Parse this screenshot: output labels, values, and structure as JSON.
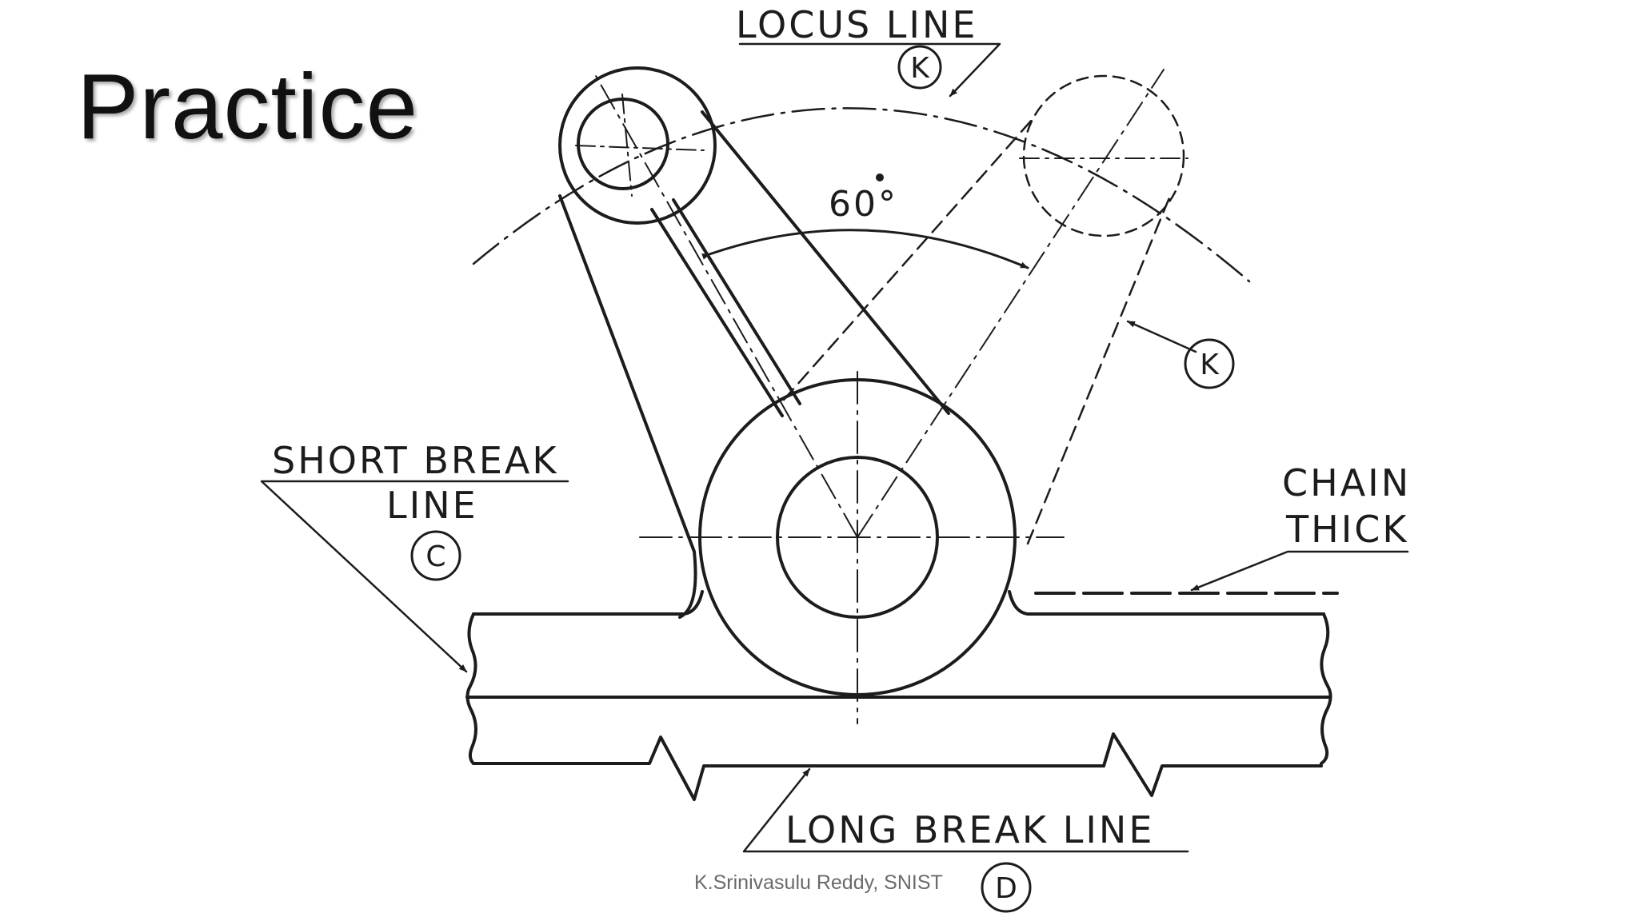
{
  "slide": {
    "title": "Practice",
    "footer": "K.Srinivasulu Reddy, SNIST"
  },
  "labels": {
    "locus_line": "LOCUS LINE",
    "locus_line_code": "K",
    "k_marker": "K",
    "short_break_line_1": "SHORT BREAK",
    "short_break_line_2": "LINE",
    "short_break_code": "C",
    "chain_thick_1": "CHAIN",
    "chain_thick_2": "THICK",
    "long_break_line": "LONG BREAK LINE",
    "long_break_code": "D",
    "angle": "60°"
  },
  "colors": {
    "ink": "#1c1c1c",
    "title": "#111111",
    "footer": "#6a6a6a",
    "background": "#ffffff"
  }
}
